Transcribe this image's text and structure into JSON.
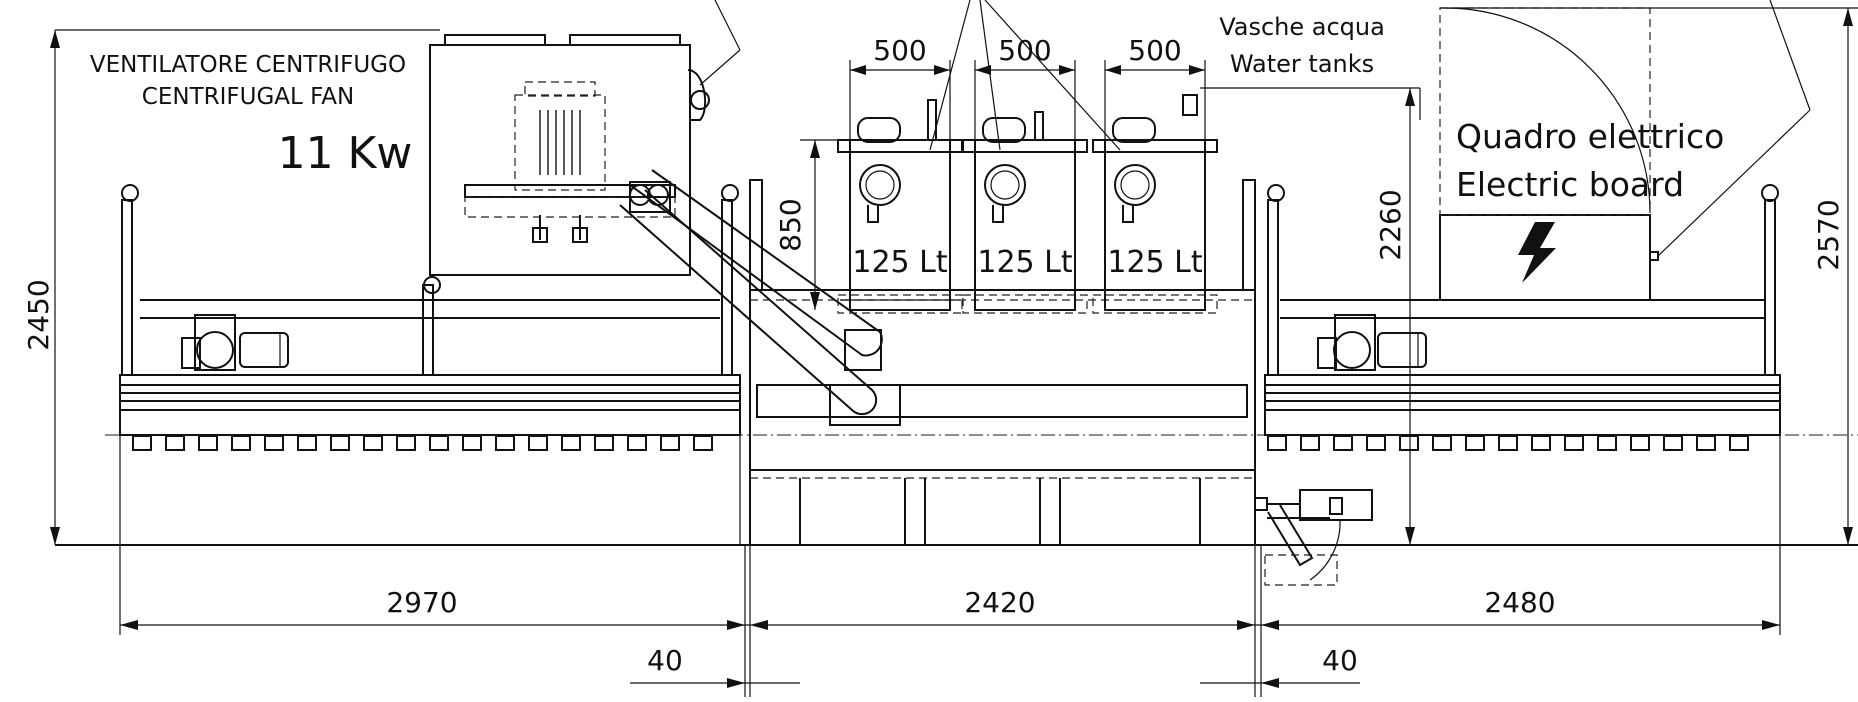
{
  "labels": {
    "fan_line1": "VENTILATORE CENTRIFUGO",
    "fan_line2": "CENTRIFUGAL FAN",
    "fan_power": "11 Kw",
    "tanks_line1": "Vasche acqua",
    "tanks_line2": "Water tanks",
    "board_line1": "Quadro elettrico",
    "board_line2": "Electric board",
    "tank_capacity": [
      "125 Lt",
      "125 Lt",
      "125 Lt"
    ]
  },
  "dimensions": {
    "tank_width": [
      "500",
      "500",
      "500"
    ],
    "tank_height": "850",
    "left_height": "2450",
    "board_height": "2260",
    "right_height": "2570",
    "section_left": "2970",
    "section_middle": "2420",
    "section_right": "2480",
    "gap_left": "40",
    "gap_right": "40"
  }
}
